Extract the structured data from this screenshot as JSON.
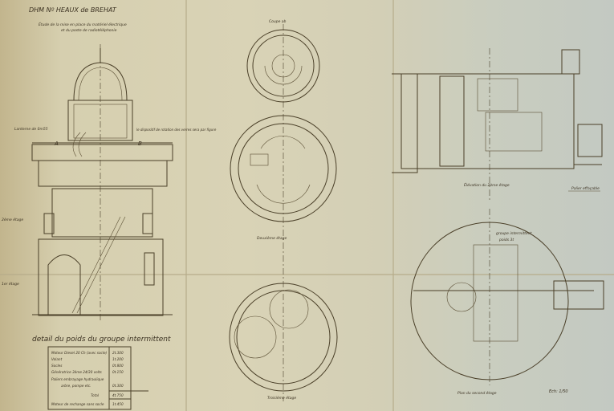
{
  "header": {
    "title": "DHM Nº  HEAUX de BREHAT",
    "subtitle_line1": "Étude de la mise en place du matériel électrique",
    "subtitle_line2": "et du poste de radiotéléphonie"
  },
  "section_view": {
    "lantern_label": "Lanterne de 0m55",
    "point_a": "A",
    "point_b": "B",
    "mechanism_note": "le dispositif de rotation des verres sera par figure",
    "floor_2_label": "2ème étage",
    "floor_1_label": "1er étage"
  },
  "weight_table": {
    "title": "detail du poids du groupe intermittent",
    "rows": [
      {
        "item": "Moteur Diesel 20 Ch (avec socle)",
        "weight": "2t.300"
      },
      {
        "item": "Volant",
        "weight": "1t.200"
      },
      {
        "item": "Socles",
        "weight": "0t.800"
      },
      {
        "item": "Génératrice 3ème 24/30 volts",
        "weight": "0t.150"
      },
      {
        "item": "Paliers embrayage hydraulique",
        "weight": ""
      },
      {
        "item": "arbre, pompe etc.",
        "weight": "0t.300"
      }
    ],
    "total_label": "Total",
    "total_value": "4t.750",
    "spare_label": "Moteur de rechange sans socle",
    "spare_value": "1t.450"
  },
  "plans": {
    "coupe_label": "Coupe ab",
    "second_floor_label": "Deuxième étage",
    "third_floor_label": "Troisième étage",
    "elevation_label": "Élévation du 2ème étage",
    "palier_label": "Palier effaçable",
    "group_label": "groupe intermittent",
    "group_weight": "poids 3t",
    "plan_label": "Plan du second étage",
    "scale_label": "Ech: 1/50"
  }
}
